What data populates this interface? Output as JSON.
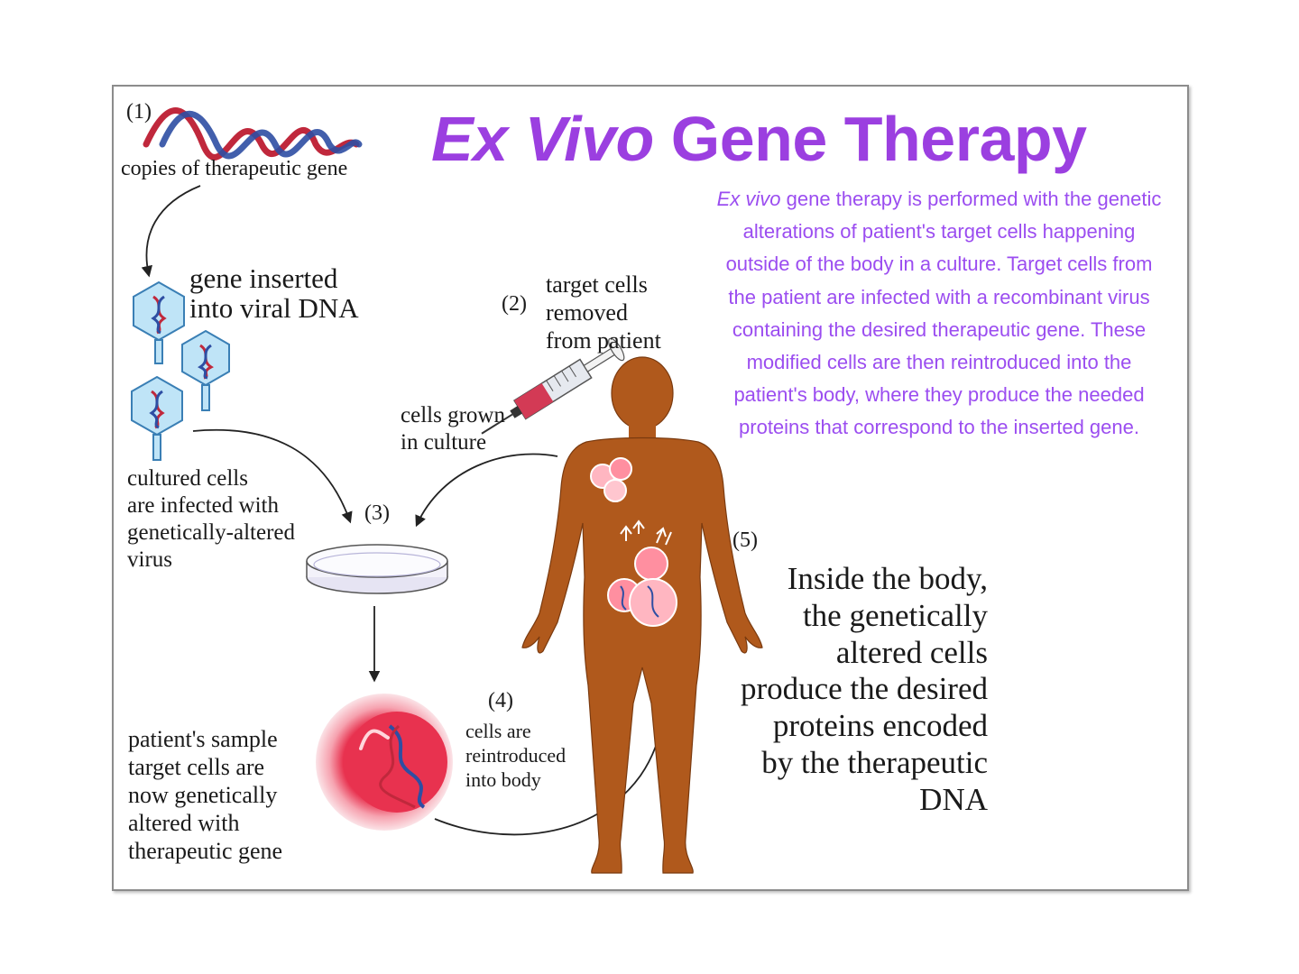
{
  "title": {
    "italic": "Ex Vivo",
    "rest": "Gene Therapy"
  },
  "description": {
    "italic": "Ex vivo",
    "text": "gene therapy is performed with the genetic alterations of patient's target cells happening outside of the body in a culture. Target cells from the patient are infected with a recombinant virus containing the desired therapeutic gene. These modified cells are then reintroduced into the patient's body, where they produce the needed proteins that correspond to the inserted gene."
  },
  "steps": {
    "s1": {
      "num": "(1)",
      "label": "copies of therapeutic gene"
    },
    "inserted": {
      "line1": "gene inserted",
      "line2": "into viral DNA"
    },
    "s2": {
      "num": "(2)",
      "line1": "target cells",
      "line2": "removed",
      "line3": "from patient"
    },
    "culture": {
      "line1": "cells grown",
      "line2": "in culture"
    },
    "s3": {
      "num": "(3)"
    },
    "infected": {
      "line1": "cultured cells",
      "line2": "are infected with",
      "line3": "genetically-altered",
      "line4": "virus"
    },
    "s4": {
      "num": "(4)",
      "line1": "cells are",
      "line2": "reintroduced",
      "line3": "into body"
    },
    "altered": {
      "line1": "patient's sample",
      "line2": "target cells are",
      "line3": "now genetically",
      "line4": "altered with",
      "line5": "therapeutic gene"
    },
    "s5": {
      "num": "(5)",
      "line1": "Inside the body,",
      "line2": "the genetically",
      "line3": "altered cells",
      "line4": "produce the desired",
      "line5": "proteins encoded",
      "line6": "by the therapeutic",
      "line7": "DNA"
    }
  },
  "colors": {
    "title": "#9b3fe0",
    "description": "#9b4df0",
    "body": "#b0591c",
    "virus": "#bfe4f7",
    "cell": "#e8324f",
    "dna_red": "#c0283c",
    "dna_blue": "#2e4ea3"
  }
}
